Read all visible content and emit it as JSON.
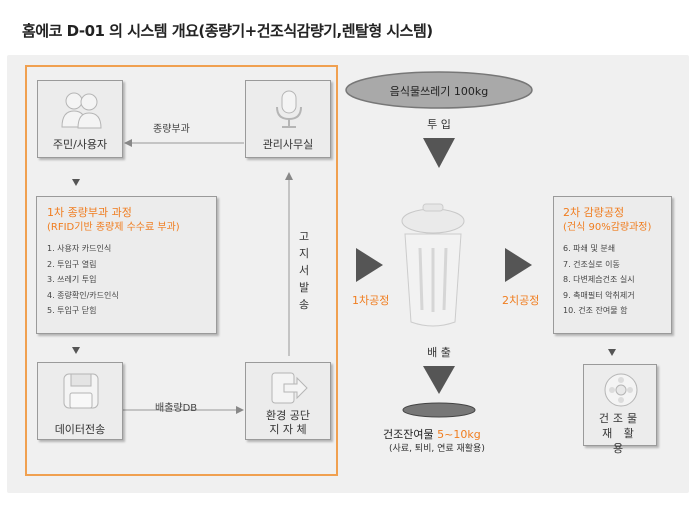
{
  "title": "홈에코 D-01 의 시스템 개요(종량기+건조식감량기,렌탈형 시스템)",
  "nodes": {
    "resident": "주민/사용자",
    "office": "관리사무실",
    "data_transfer": "데이터전송",
    "local_gov": [
      "환경 공단",
      "지 자 체"
    ],
    "dried_matter": "건조물 재 활 용"
  },
  "edges": {
    "office_to_resident": "종량부과",
    "data_to_gov": "배출량DB",
    "gov_to_office": "고지서발송"
  },
  "panel1": {
    "title": "1차 종량부과 과정",
    "subtitle": "(RFID기반 종량제 수수료 부과)",
    "items": [
      "1. 사용자 카드인식",
      "2. 투입구 열림",
      "3. 쓰레기 투입",
      "4. 종량확인/카드인식",
      "5. 투입구 닫힘"
    ]
  },
  "panel2": {
    "title": "2차 감량공정",
    "subtitle": "(건식 90%감량과정)",
    "items": [
      "6. 파쇄 및 분쇄",
      "7. 건조실로 이동",
      "8. 다변제습건조 실시",
      "9. 촉매필터 악취제거",
      "10. 건조 잔여물 함"
    ]
  },
  "process": {
    "input_pill": "음식물쓰레기 100kg",
    "input_label": "투 입",
    "stage1": "1차공정",
    "stage2": "2치공정",
    "output_label": "배 출",
    "residue_label": "건조잔여물",
    "residue_amount": "5~10kg",
    "residue_note": "(사료, 퇴비, 연료 재활용)"
  },
  "colors": {
    "accent": "#f07d1f",
    "frame": "#f0a050",
    "arrow": "#555555",
    "box": "#ececec"
  }
}
